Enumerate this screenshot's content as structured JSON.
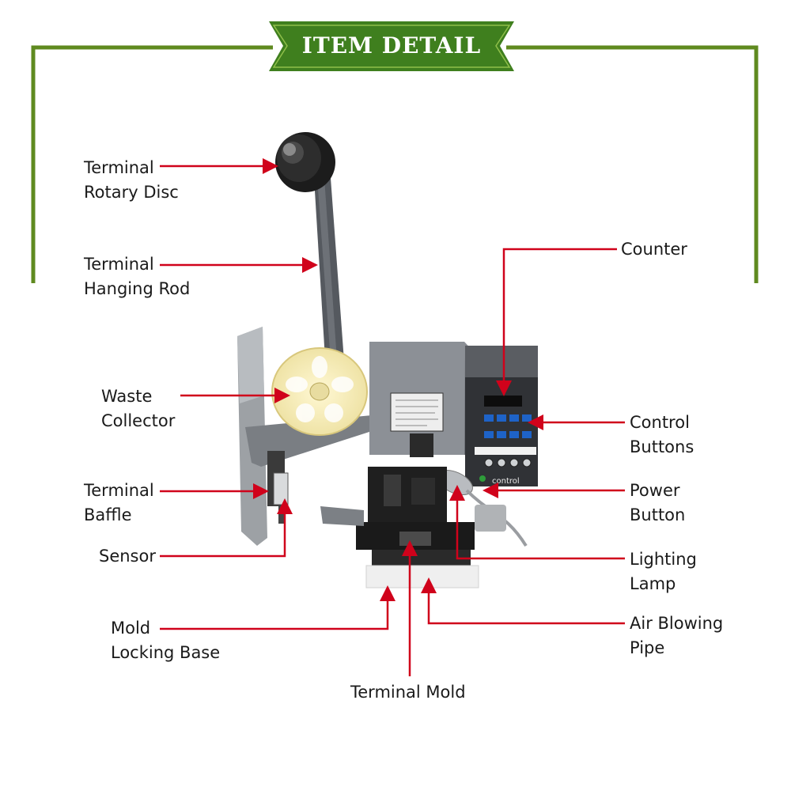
{
  "banner": {
    "title": "ITEM DETAIL"
  },
  "colors": {
    "frame_green": "#5f8a1f",
    "banner_green": "#3f7f1e",
    "leader_red": "#d0021b",
    "label_text": "#1a1a1a"
  },
  "labels": {
    "terminal_rotary_disc": {
      "line1": "Terminal",
      "line2": "Rotary Disc"
    },
    "terminal_hanging_rod": {
      "line1": "Terminal",
      "line2": "Hanging Rod"
    },
    "waste_collector": {
      "line1": "Waste",
      "line2": "Collector"
    },
    "terminal_baffle": {
      "line1": "Terminal",
      "line2": "Baffle"
    },
    "sensor": {
      "line1": "Sensor"
    },
    "mold_locking_base": {
      "line1": "Mold",
      "line2": "Locking Base"
    },
    "terminal_mold": {
      "line1": "Terminal Mold"
    },
    "counter": {
      "line1": "Counter"
    },
    "control_buttons": {
      "line1": "Control",
      "line2": "Buttons"
    },
    "power_button": {
      "line1": "Power",
      "line2": "Button"
    },
    "lighting_lamp": {
      "line1": "Lighting",
      "line2": "Lamp"
    },
    "air_blowing_pipe": {
      "line1": "Air Blowing",
      "line2": "Pipe"
    }
  },
  "machine": {
    "panel_brand": "control"
  }
}
